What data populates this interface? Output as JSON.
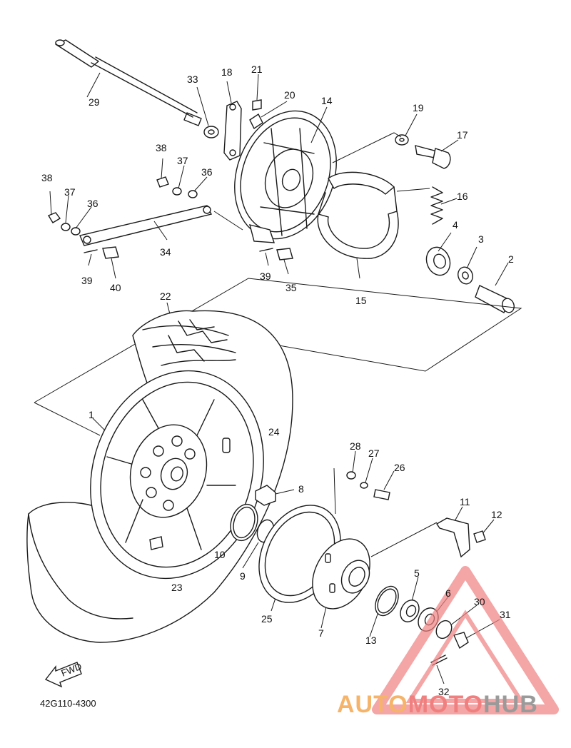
{
  "diagram": {
    "code": "42G110-4300",
    "fwd_label": "FWD",
    "callouts": [
      {
        "id": "c1",
        "label": "1"
      },
      {
        "id": "c2",
        "label": "2"
      },
      {
        "id": "c3",
        "label": "3"
      },
      {
        "id": "c4",
        "label": "4"
      },
      {
        "id": "c5",
        "label": "5"
      },
      {
        "id": "c6",
        "label": "6"
      },
      {
        "id": "c7",
        "label": "7"
      },
      {
        "id": "c8",
        "label": "8"
      },
      {
        "id": "c9",
        "label": "9"
      },
      {
        "id": "c10",
        "label": "10"
      },
      {
        "id": "c11",
        "label": "11"
      },
      {
        "id": "c12",
        "label": "12"
      },
      {
        "id": "c13",
        "label": "13"
      },
      {
        "id": "c14",
        "label": "14"
      },
      {
        "id": "c15",
        "label": "15"
      },
      {
        "id": "c16",
        "label": "16"
      },
      {
        "id": "c17",
        "label": "17"
      },
      {
        "id": "c18",
        "label": "18"
      },
      {
        "id": "c19",
        "label": "19"
      },
      {
        "id": "c20",
        "label": "20"
      },
      {
        "id": "c21",
        "label": "21"
      },
      {
        "id": "c22",
        "label": "22"
      },
      {
        "id": "c23",
        "label": "23"
      },
      {
        "id": "c24",
        "label": "24"
      },
      {
        "id": "c25",
        "label": "25"
      },
      {
        "id": "c26",
        "label": "26"
      },
      {
        "id": "c27",
        "label": "27"
      },
      {
        "id": "c28",
        "label": "28"
      },
      {
        "id": "c29",
        "label": "29"
      },
      {
        "id": "c30",
        "label": "30"
      },
      {
        "id": "c31",
        "label": "31"
      },
      {
        "id": "c32",
        "label": "32"
      },
      {
        "id": "c33",
        "label": "33"
      },
      {
        "id": "c34",
        "label": "34"
      },
      {
        "id": "c35",
        "label": "35"
      },
      {
        "id": "c36a",
        "label": "36"
      },
      {
        "id": "c36b",
        "label": "36"
      },
      {
        "id": "c37a",
        "label": "37"
      },
      {
        "id": "c37b",
        "label": "37"
      },
      {
        "id": "c38a",
        "label": "38"
      },
      {
        "id": "c38b",
        "label": "38"
      },
      {
        "id": "c39a",
        "label": "39"
      },
      {
        "id": "c39b",
        "label": "39"
      },
      {
        "id": "c40",
        "label": "40"
      }
    ]
  },
  "watermark": {
    "part1": "AUTO",
    "part2": "MOTO",
    "part3": "HUB",
    "colors": {
      "orange": "#f5b46a",
      "red": "#f08080",
      "gray": "#9a9a9a"
    }
  }
}
